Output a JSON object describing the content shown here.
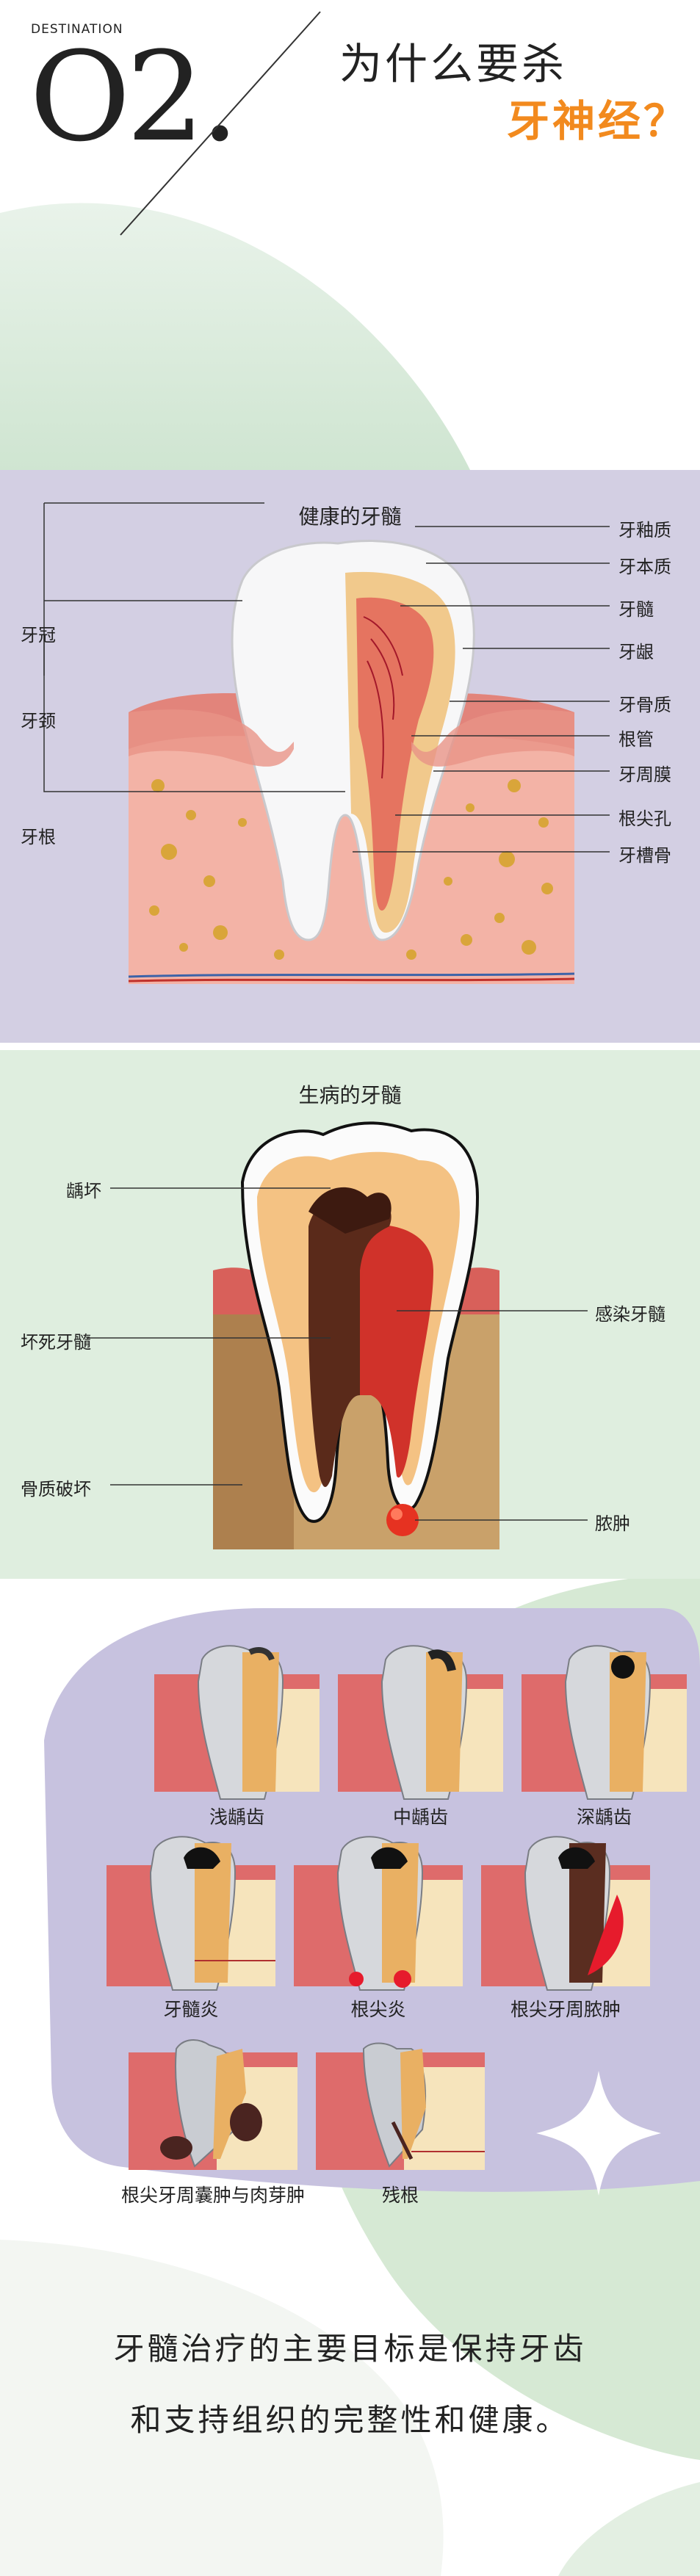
{
  "header": {
    "destination": "DESTINATION",
    "number": "O2.",
    "title_line1": "为什么要杀",
    "title_line2": "牙神经？",
    "accent_color": "#f28a1e"
  },
  "healthy": {
    "title": "健康的牙髓",
    "left_labels": [
      "牙冠",
      "牙颈",
      "牙根"
    ],
    "right_labels": [
      "牙釉质",
      "牙本质",
      "牙髓",
      "牙龈",
      "牙骨质",
      "根管",
      "牙周膜",
      "根尖孔",
      "牙槽骨"
    ]
  },
  "diseased": {
    "title": "生病的牙髓",
    "labels": [
      "龋坏",
      "坏死牙髓",
      "骨质破坏",
      "感染牙髓",
      "脓肿"
    ]
  },
  "stages": [
    "浅龋齿",
    "中龋齿",
    "深龋齿",
    "牙髓炎",
    "根尖炎",
    "根尖牙周脓肿",
    "根尖牙周囊肿与肉芽肿",
    "残根"
  ],
  "conclusion": {
    "line1": "牙髓治疗的主要目标是保持牙齿",
    "line2": "和支持组织的完整性和健康。"
  }
}
